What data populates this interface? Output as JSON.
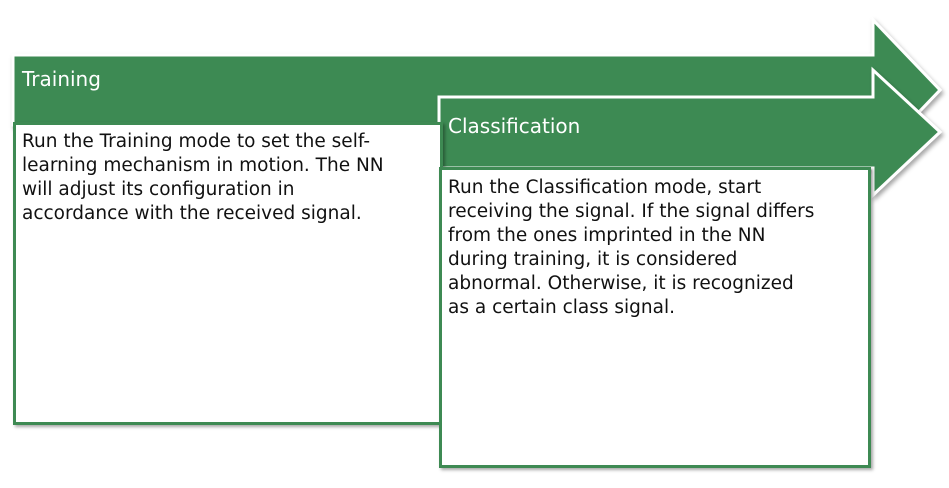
{
  "colors": {
    "arrow_fill": "#3e8a53",
    "box_border": "#3e8a53",
    "title_text": "#ffffff",
    "body_text": "#111111"
  },
  "phases": [
    {
      "title": "Training",
      "description_lines": [
        "Run the Training mode to set the self-",
        "learning mechanism in motion. The NN",
        "will adjust its configuration in",
        "accordance with the received signal."
      ]
    },
    {
      "title": "Classification",
      "description_lines": [
        "Run the Classification mode, start",
        "receiving the signal. If the signal differs",
        "from the ones imprinted in the NN",
        "during training, it is considered",
        "abnormal. Otherwise, it is recognized",
        "as a certain class signal."
      ]
    }
  ]
}
